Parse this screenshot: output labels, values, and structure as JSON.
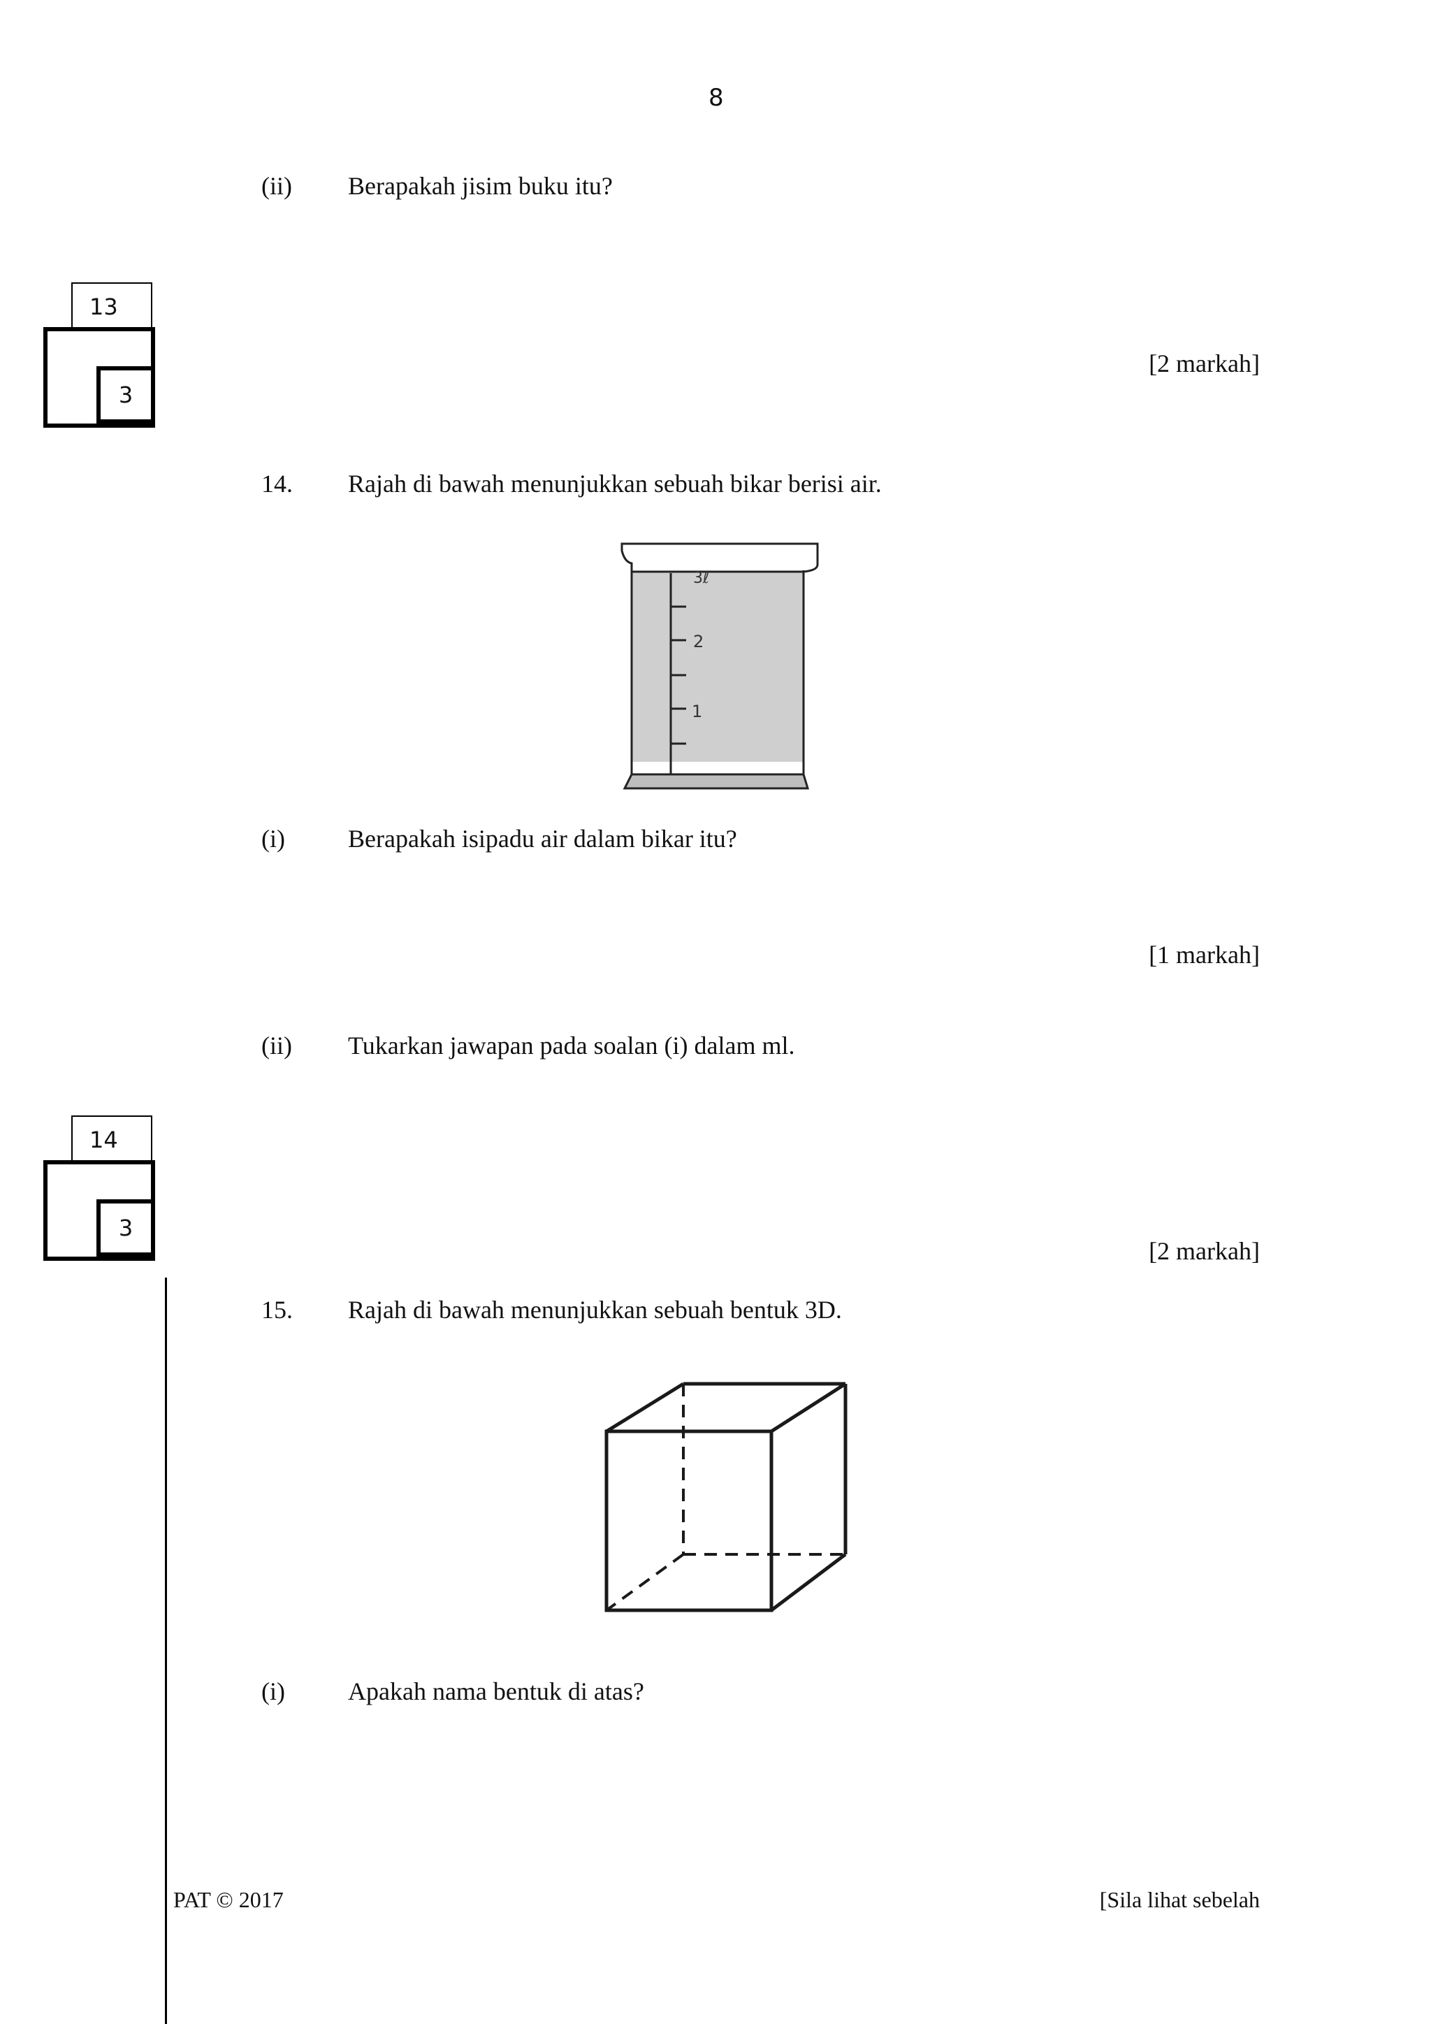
{
  "page": {
    "number": "8"
  },
  "q13": {
    "sub_ii": {
      "label": "(ii)",
      "text": "Berapakah jisim buku itu?"
    },
    "marks": "[2 markah]",
    "score_box": {
      "question": "13",
      "max": "3"
    }
  },
  "q14": {
    "number": "14.",
    "text": "Rajah di bawah menunjukkan sebuah bikar berisi air.",
    "beaker": {
      "scale_labels": [
        "3ℓ",
        "2",
        "1"
      ]
    },
    "sub_i": {
      "label": "(i)",
      "text": "Berapakah isipadu air dalam bikar itu?",
      "marks": "[1 markah]"
    },
    "sub_ii": {
      "label": "(ii)",
      "text": "Tukarkan jawapan pada soalan (i) dalam ml.",
      "marks": "[2 markah]"
    },
    "score_box": {
      "question": "14",
      "max": "3"
    }
  },
  "q15": {
    "number": "15.",
    "text": "Rajah di bawah menunjukkan sebuah bentuk 3D.",
    "sub_i": {
      "label": "(i)",
      "text": "Apakah nama bentuk di atas?"
    }
  },
  "footer": {
    "left": "PAT © 2017",
    "right": "[Sila lihat sebelah"
  }
}
